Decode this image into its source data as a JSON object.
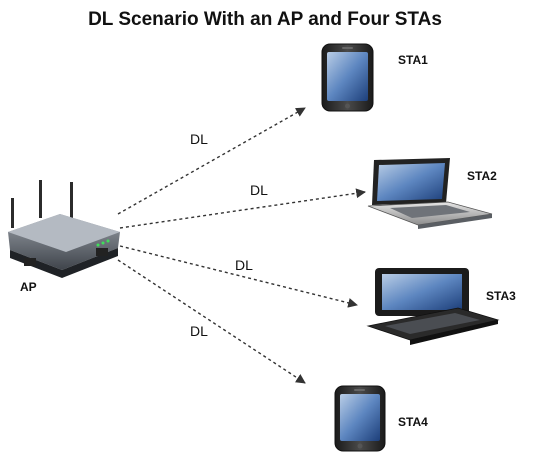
{
  "title": "DL Scenario With an AP and Four STAs",
  "ap": {
    "label": "AP"
  },
  "stations": [
    {
      "label": "STA1",
      "device": "smartphone-icon"
    },
    {
      "label": "STA2",
      "device": "laptop-icon"
    },
    {
      "label": "STA3",
      "device": "tablet-laptop-icon"
    },
    {
      "label": "STA4",
      "device": "smartphone-icon"
    }
  ],
  "links": [
    {
      "label": "DL",
      "to": "STA1"
    },
    {
      "label": "DL",
      "to": "STA2"
    },
    {
      "label": "DL",
      "to": "STA3"
    },
    {
      "label": "DL",
      "to": "STA4"
    }
  ]
}
